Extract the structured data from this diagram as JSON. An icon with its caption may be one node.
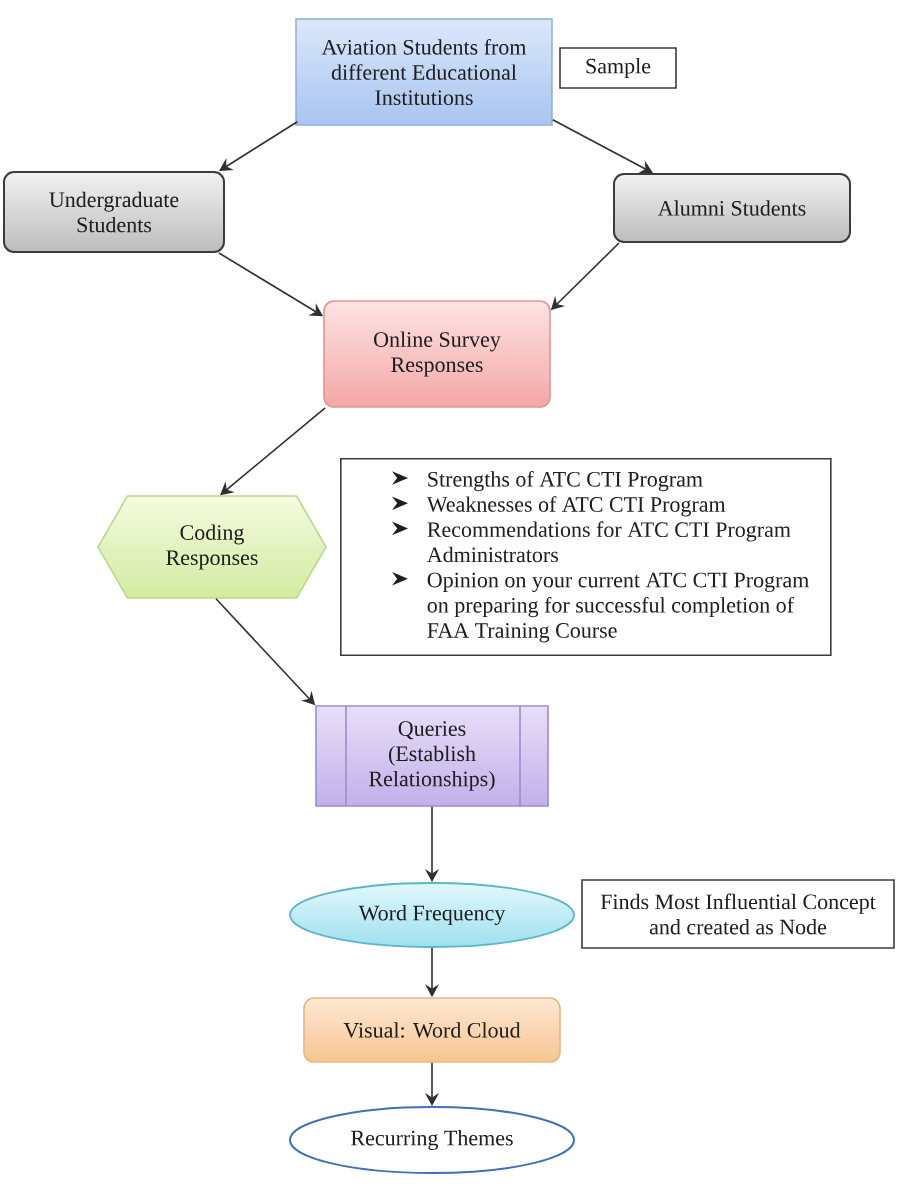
{
  "diagram": {
    "nodes": [
      {
        "text": [
          "Aviation Students from different Educational Institutions"
        ]
      },
      {
        "text": [
          "Sample"
        ]
      },
      {
        "text": [
          "Undergraduate Students"
        ]
      },
      {
        "text": [
          "Alumni Students"
        ]
      },
      {
        "text": [
          "Online Survey Responses"
        ]
      },
      {
        "text": [
          "Coding Responses"
        ]
      },
      {
        "text": [
          "Strengths of ATC CTI Program",
          "Weaknesses of ATC CTI Program",
          "Recommendations for ATC CTI Program Administrators",
          "Opinion on your current ATC CTI Program on preparing for successful completion of FAA Training Course"
        ]
      },
      {
        "text": [
          "Queries (Establish Relationships)"
        ]
      },
      {
        "text": [
          "Word Frequency"
        ]
      },
      {
        "text": [
          "Finds Most Influential Concept and created as Node"
        ]
      },
      {
        "text": [
          "Visual: Word Cloud"
        ]
      },
      {
        "text": [
          "Recurring Themes"
        ]
      }
    ],
    "edges": [
      {
        "from": 0,
        "to": 2,
        "arrow": "to"
      },
      {
        "from": 0,
        "to": 3,
        "arrow": "to"
      },
      {
        "from": 2,
        "to": 4,
        "arrow": "to"
      },
      {
        "from": 3,
        "to": 4,
        "arrow": "to"
      },
      {
        "from": 4,
        "to": 5,
        "arrow": "to"
      },
      {
        "from": 5,
        "to": 7,
        "arrow": "to"
      },
      {
        "from": 7,
        "to": 8,
        "arrow": "to"
      },
      {
        "from": 8,
        "to": 10,
        "arrow": "to"
      },
      {
        "from": 10,
        "to": 11,
        "arrow": "to"
      }
    ]
  }
}
